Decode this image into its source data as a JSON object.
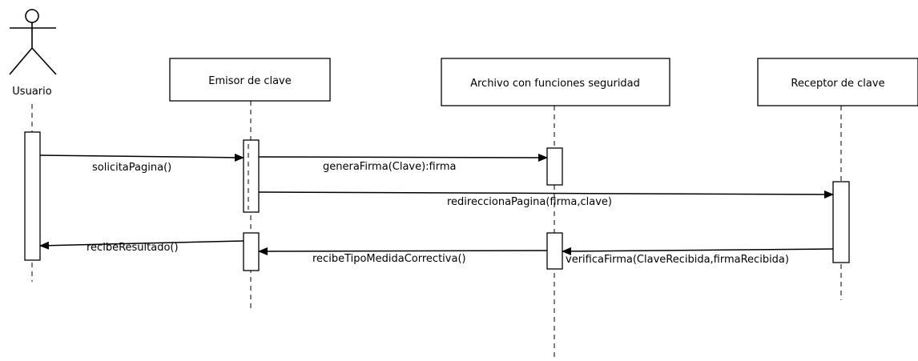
{
  "actor": {
    "label": "Usuario",
    "icon": "stick-figure-icon"
  },
  "participants": [
    {
      "label": "Emisor de clave"
    },
    {
      "label": "Archivo con funciones seguridad"
    },
    {
      "label": "Receptor de clave"
    }
  ],
  "messages": [
    {
      "label": "solicitaPagina()",
      "from": "Usuario",
      "to": "Emisor de clave"
    },
    {
      "label": "generaFirma(Clave):firma",
      "from": "Emisor de clave",
      "to": "Archivo con funciones seguridad"
    },
    {
      "label": "redireccionaPagina(firma,clave)",
      "from": "Emisor de clave",
      "to": "Receptor de clave"
    },
    {
      "label": "verificaFirma(ClaveRecibida,firmaRecibida)",
      "from": "Receptor de clave",
      "to": "Archivo con funciones seguridad"
    },
    {
      "label": "recibeTipoMedidaCorrectiva()",
      "from": "Archivo con funciones seguridad",
      "to": "Emisor de clave"
    },
    {
      "label": "recibeResultado()",
      "from": "Emisor de clave",
      "to": "Usuario"
    }
  ]
}
